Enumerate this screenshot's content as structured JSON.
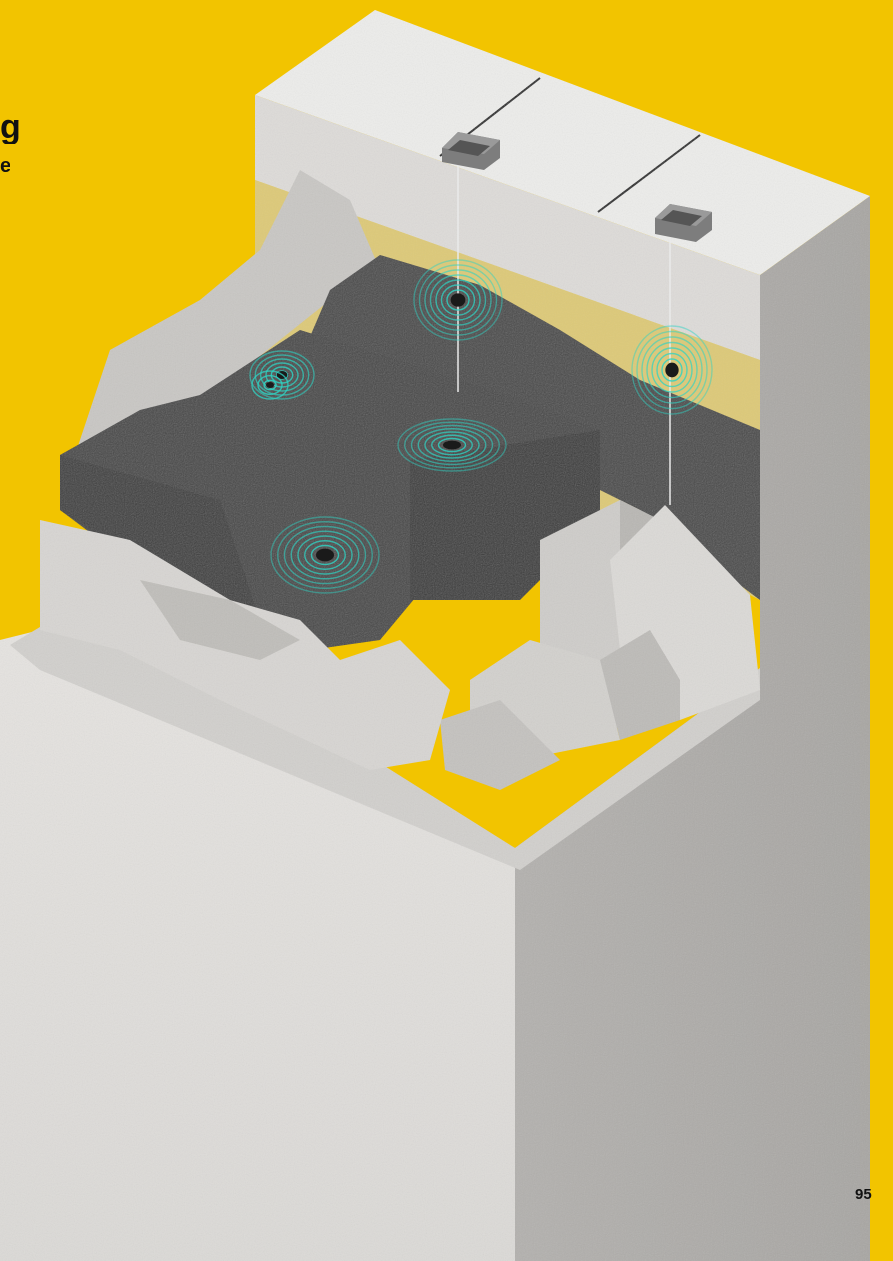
{
  "page": {
    "background_color": "#f2c400",
    "page_number": "95",
    "edge_glyphs": [
      "g",
      "e"
    ]
  },
  "illustration": {
    "block_color": "#d9d9d9",
    "rock_color": "#474747",
    "signal_color": "#2fd3c3",
    "sensor_color": "#8a8a8a",
    "sensor_count": 2,
    "signal_ring_sets": 6
  }
}
